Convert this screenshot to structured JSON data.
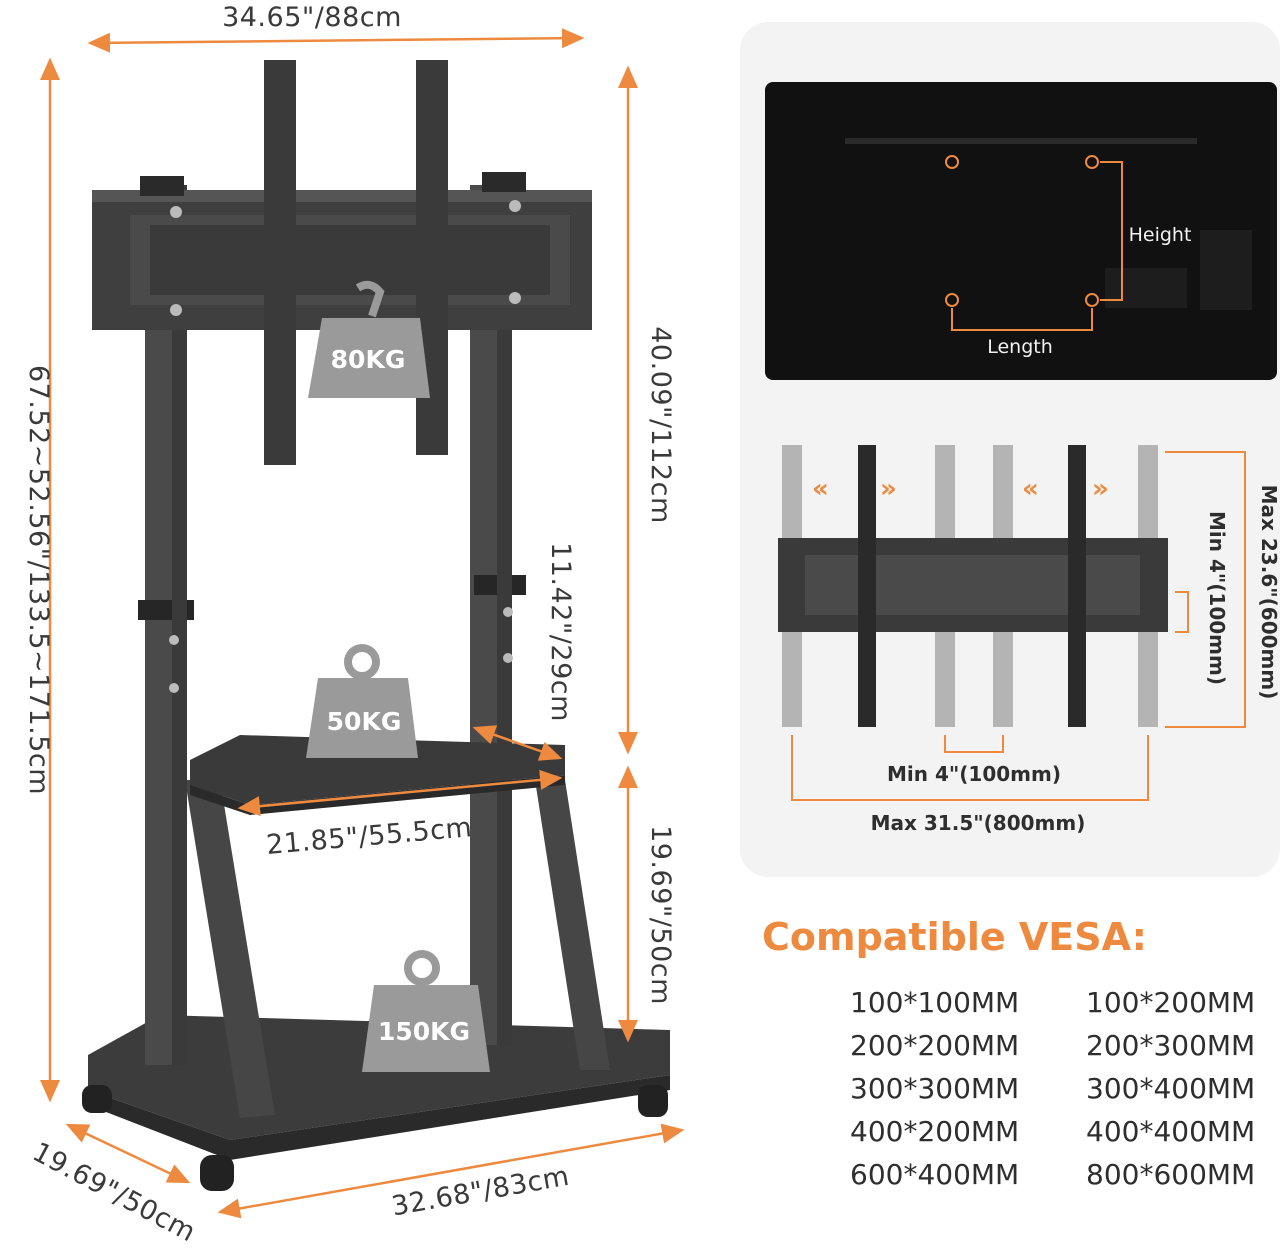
{
  "dimensions": {
    "top_width": "34.65\"/88cm",
    "total_height": "67.52~52.56\"/133.5~171.5cm",
    "upright_height": "40.09\"/112cm",
    "adjust_height": "11.42\"/29cm",
    "shelf_width": "21.85\"/55.5cm",
    "shelf_height": "19.69\"/50cm",
    "base_depth": "19.69\"/50cm",
    "base_width": "32.68\"/83cm"
  },
  "weights": {
    "mount": "80KG",
    "shelf": "50KG",
    "base": "150KG"
  },
  "tv_back": {
    "height_label": "Height",
    "length_label": "Length"
  },
  "bracket": {
    "min_vertical": "Min 4\"(100mm)",
    "max_vertical": "Max 23.6\"(600mm)",
    "min_horizontal": "Min 4\"(100mm)",
    "max_horizontal": "Max 31.5\"(800mm)"
  },
  "vesa": {
    "title": "Compatible VESA:",
    "left": [
      "100*100MM",
      "200*200MM",
      "300*300MM",
      "400*200MM",
      "600*400MM"
    ],
    "right": [
      "100*200MM",
      "200*300MM",
      "300*400MM",
      "400*400MM",
      "800*600MM"
    ]
  },
  "colors": {
    "accent": "#ee8a3f",
    "frame": "#3b3b3b",
    "panel_bg": "#f3f3f3"
  }
}
